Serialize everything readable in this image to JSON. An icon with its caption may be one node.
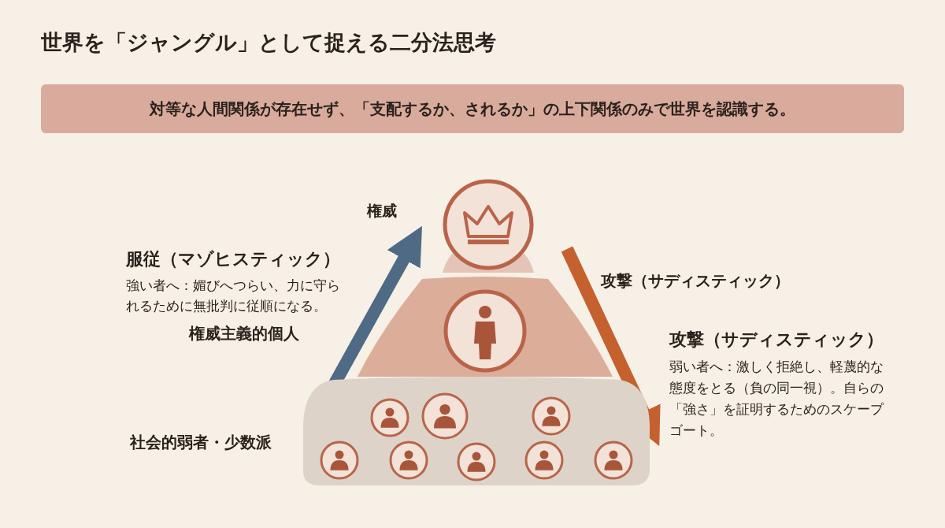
{
  "diagram": {
    "title": "世界を「ジャングル」として捉える二分法思考",
    "nodes": [
      {
        "text": [
          "対等な人間関係が存在せず、「支配するか、されるか」の上下関係のみで世界を認識する。"
        ]
      },
      {
        "text": [],
        "shape": "circle",
        "beside": [
          "権威"
        ]
      },
      {
        "text": [],
        "shape": "box"
      },
      {
        "text": [],
        "shape": "box",
        "beside": [
          "社会的弱者・少数派"
        ]
      }
    ],
    "edges": [
      {
        "from": 3,
        "to": 1,
        "arrow": "to",
        "color": "#4e6a85"
      },
      {
        "from": 1,
        "to": 3,
        "arrow": "to",
        "color": "#c4612f",
        "label": "攻撃（サディスティック）"
      }
    ],
    "labels": [
      "服従（マゾヒスティック）",
      "強い者へ：媚びへつらい、力に守られるために無批判に従順になる。",
      "権威主義的個人",
      "攻撃（サディスティック）",
      "弱い者へ：激しく拒絶し、軽蔑的な態度をとる（負の同一視）。自らの「強さ」を証明するためのスケープゴート。"
    ]
  }
}
